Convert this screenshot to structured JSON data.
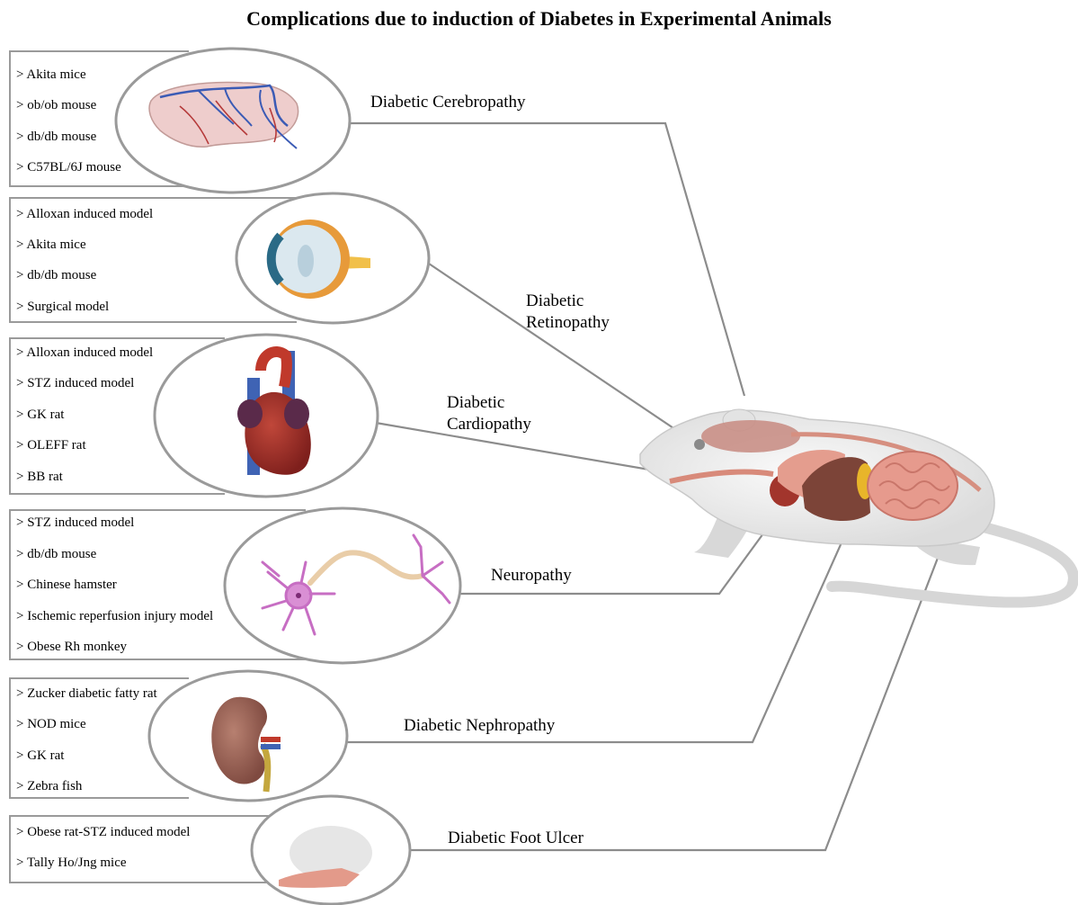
{
  "title": "Complications due to induction of Diabetes in Experimental Animals",
  "groups": [
    {
      "complication": "Diabetic Cerebropathy",
      "organ_icon": "brain-icon",
      "models": [
        "> Akita mice",
        "> ob/ob mouse",
        "> db/db mouse",
        "> C57BL/6J mouse"
      ]
    },
    {
      "complication_line1": "Diabetic",
      "complication_line2": "Retinopathy",
      "organ_icon": "eye-icon",
      "models": [
        "> Alloxan induced model",
        "> Akita mice",
        "> db/db mouse",
        "> Surgical model"
      ]
    },
    {
      "complication_line1": "Diabetic",
      "complication_line2": "Cardiopathy",
      "organ_icon": "heart-icon",
      "models": [
        "> Alloxan induced model",
        "> STZ induced model",
        "> GK rat",
        "> OLEFF rat",
        "> BB rat"
      ]
    },
    {
      "complication": "Neuropathy",
      "organ_icon": "neuron-icon",
      "models": [
        "> STZ induced model",
        "> db/db mouse",
        "> Chinese hamster",
        "> Ischemic reperfusion injury model",
        "> Obese Rh monkey"
      ]
    },
    {
      "complication": "Diabetic Nephropathy",
      "organ_icon": "kidney-icon",
      "models": [
        "> Zucker diabetic fatty rat",
        "> NOD mice",
        "> GK rat",
        "> Zebra fish"
      ]
    },
    {
      "complication": "Diabetic Foot Ulcer",
      "organ_icon": "foot-icon",
      "models": [
        "> Obese rat-STZ induced model",
        "> Tally Ho/Jng mice"
      ]
    }
  ],
  "animal_icon": "rat-anatomy-icon",
  "colors": {
    "outline": "#9a9a9a",
    "connector": "#8c8c8c",
    "vessel_blue": "#3b5bb5",
    "vessel_red": "#b53a3a"
  }
}
